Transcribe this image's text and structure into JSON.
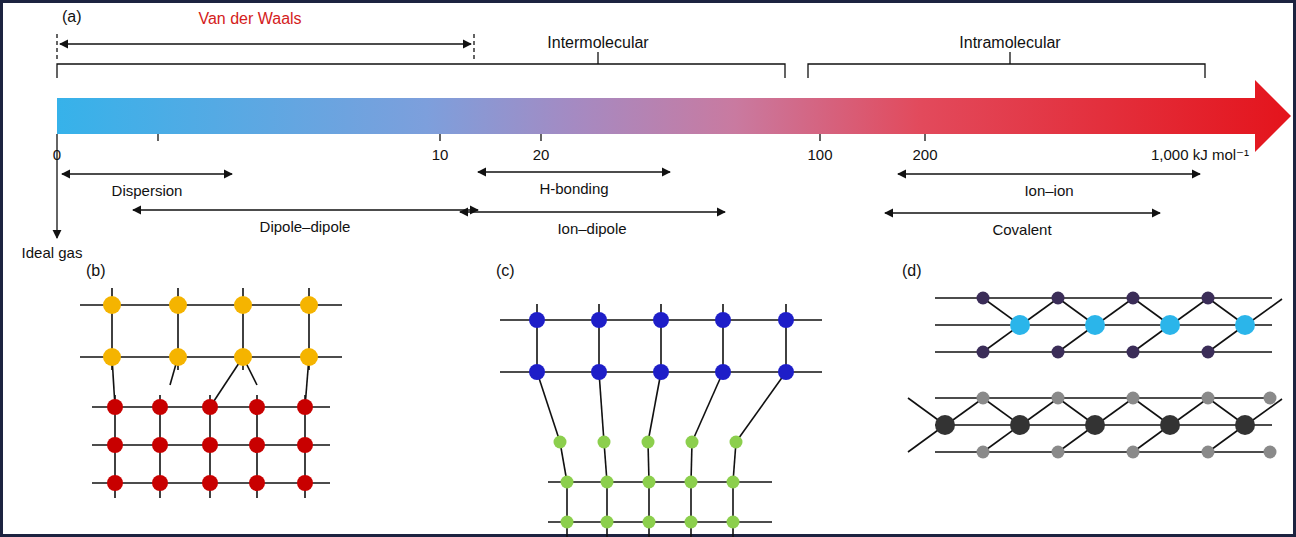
{
  "diagram": {
    "labels": [
      "(a)",
      "Van der Waals",
      "Intermolecular",
      "Intramolecular",
      "0",
      "10",
      "20",
      "100",
      "200",
      "1,000 kJ mol⁻¹",
      "Dispersion",
      "Dipole–dipole",
      "H-bonding",
      "Ion–dipole",
      "Ion–ion",
      "Covalent",
      "Ideal gas",
      "(b)",
      "(c)",
      "(d)"
    ]
  }
}
